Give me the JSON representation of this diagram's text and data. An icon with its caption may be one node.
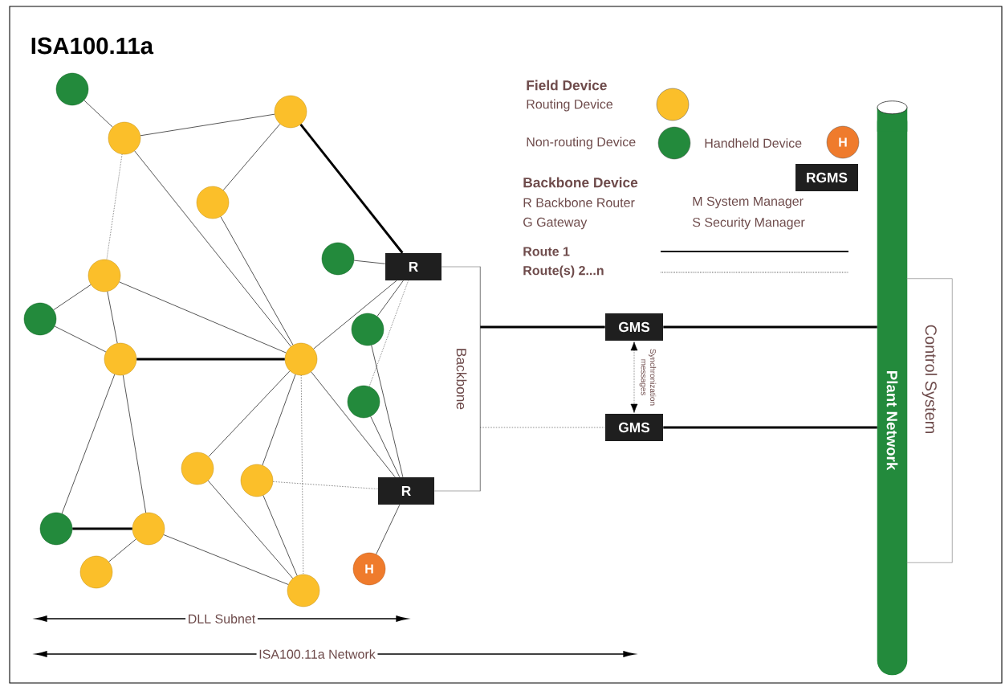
{
  "diagram": {
    "title": "ISA100.11a",
    "nodes": [
      {
        "text": [],
        "shape": "circle"
      },
      {
        "text": [],
        "shape": "circle"
      },
      {
        "text": [],
        "shape": "circle"
      },
      {
        "text": [],
        "shape": "circle"
      },
      {
        "text": [],
        "shape": "circle"
      },
      {
        "text": [
          "R"
        ]
      },
      {
        "text": [],
        "shape": "circle"
      },
      {
        "text": [],
        "shape": "circle"
      },
      {
        "text": [],
        "shape": "circle"
      },
      {
        "text": [],
        "shape": "circle"
      },
      {
        "text": [],
        "shape": "circle"
      },
      {
        "text": [],
        "shape": "circle"
      },
      {
        "text": [],
        "shape": "circle"
      },
      {
        "text": [],
        "shape": "circle"
      },
      {
        "text": [
          "R"
        ]
      },
      {
        "text": [],
        "shape": "circle"
      },
      {
        "text": [],
        "shape": "circle"
      },
      {
        "text": [],
        "shape": "circle"
      },
      {
        "text": [
          "H"
        ]
      },
      {
        "text": [],
        "shape": "circle"
      },
      {
        "text": [
          "Backbone"
        ]
      },
      {
        "text": [
          "GMS"
        ]
      },
      {
        "text": [
          "GMS"
        ]
      },
      {
        "text": [
          "Plant Network"
        ]
      },
      {
        "text": [
          "Control System"
        ]
      }
    ],
    "edges": [
      {
        "from": 0,
        "to": 1,
        "arrow": "none"
      },
      {
        "from": 1,
        "to": 2,
        "arrow": "none"
      },
      {
        "from": 1,
        "to": 6,
        "arrow": "none",
        "style": "dashed"
      },
      {
        "from": 1,
        "to": 9,
        "arrow": "none"
      },
      {
        "from": 2,
        "to": 3,
        "arrow": "none"
      },
      {
        "from": 2,
        "to": 5,
        "arrow": "none",
        "style": "thick"
      },
      {
        "from": 3,
        "to": 9,
        "arrow": "none"
      },
      {
        "from": 4,
        "to": 5,
        "arrow": "none"
      },
      {
        "from": 6,
        "to": 7,
        "arrow": "none"
      },
      {
        "from": 6,
        "to": 8,
        "arrow": "none"
      },
      {
        "from": 6,
        "to": 9,
        "arrow": "none"
      },
      {
        "from": 7,
        "to": 8,
        "arrow": "none"
      },
      {
        "from": 8,
        "to": 9,
        "arrow": "none",
        "style": "thick"
      },
      {
        "from": 8,
        "to": 15,
        "arrow": "none"
      },
      {
        "from": 8,
        "to": 16,
        "arrow": "none"
      },
      {
        "from": 9,
        "to": 5,
        "arrow": "none"
      },
      {
        "from": 9,
        "to": 12,
        "arrow": "none"
      },
      {
        "from": 9,
        "to": 13,
        "arrow": "none"
      },
      {
        "from": 9,
        "to": 19,
        "arrow": "none",
        "style": "dashed"
      },
      {
        "from": 9,
        "to": 14,
        "arrow": "none"
      },
      {
        "from": 10,
        "to": 5,
        "arrow": "none"
      },
      {
        "from": 10,
        "to": 14,
        "arrow": "none"
      },
      {
        "from": 11,
        "to": 5,
        "arrow": "none",
        "style": "dashed"
      },
      {
        "from": 11,
        "to": 14,
        "arrow": "none"
      },
      {
        "from": 13,
        "to": 14,
        "arrow": "none",
        "style": "dashed"
      },
      {
        "from": 12,
        "to": 19,
        "arrow": "none"
      },
      {
        "from": 13,
        "to": 19,
        "arrow": "none"
      },
      {
        "from": 15,
        "to": 16,
        "arrow": "none",
        "style": "thick"
      },
      {
        "from": 16,
        "to": 17,
        "arrow": "none"
      },
      {
        "from": 16,
        "to": 19,
        "arrow": "none"
      },
      {
        "from": 14,
        "to": 18,
        "arrow": "none"
      },
      {
        "from": 5,
        "to": 20,
        "arrow": "none",
        "color": "#808080"
      },
      {
        "from": 14,
        "to": 20,
        "arrow": "none",
        "color": "#808080"
      },
      {
        "from": 20,
        "to": 21,
        "arrow": "none",
        "style": "thick"
      },
      {
        "from": 20,
        "to": 22,
        "arrow": "none",
        "style": "dashed"
      },
      {
        "from": 21,
        "to": 23,
        "arrow": "none",
        "style": "thick"
      },
      {
        "from": 22,
        "to": 23,
        "arrow": "none",
        "style": "thick"
      },
      {
        "from": 21,
        "to": 22,
        "arrow": "both",
        "style": "dashed",
        "label": "Synchronization messages"
      }
    ],
    "labels": [
      "Field Device",
      "H",
      "Backbone Device",
      "RGMS",
      "R Backbone Router",
      "M System Manager",
      "G Gateway",
      "S Security Manager",
      "DLL Subnet",
      "ISA100.11a Network"
    ],
    "legend": [
      {
        "text": "Routing Device",
        "color": "#fbbf2a"
      },
      {
        "text": "Non-routing Device",
        "color": "#238a3c"
      },
      {
        "text": "Handheld Device",
        "color": "#ef7b2c"
      },
      {
        "text": "Route 1"
      },
      {
        "text": "Route(s) 2...n"
      }
    ]
  }
}
